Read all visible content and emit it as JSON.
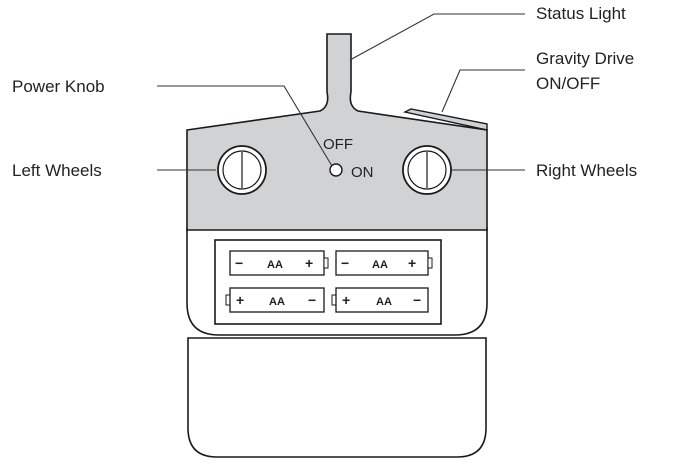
{
  "labels": {
    "status_light": "Status Light",
    "gravity_drive_line1": "Gravity Drive",
    "gravity_drive_line2": "ON/OFF",
    "power_knob": "Power Knob",
    "left_wheels": "Left Wheels",
    "right_wheels": "Right Wheels"
  },
  "switch": {
    "off": "OFF",
    "on": "ON"
  },
  "batteries": [
    {
      "type": "AA",
      "left": "−",
      "right": "+"
    },
    {
      "type": "AA",
      "left": "−",
      "right": "+"
    },
    {
      "type": "AA",
      "left": "+",
      "right": "−"
    },
    {
      "type": "AA",
      "left": "+",
      "right": "−"
    }
  ],
  "colors": {
    "body_fill": "#d1d2d4",
    "outline": "#1a1a1a",
    "line": "#333333"
  }
}
